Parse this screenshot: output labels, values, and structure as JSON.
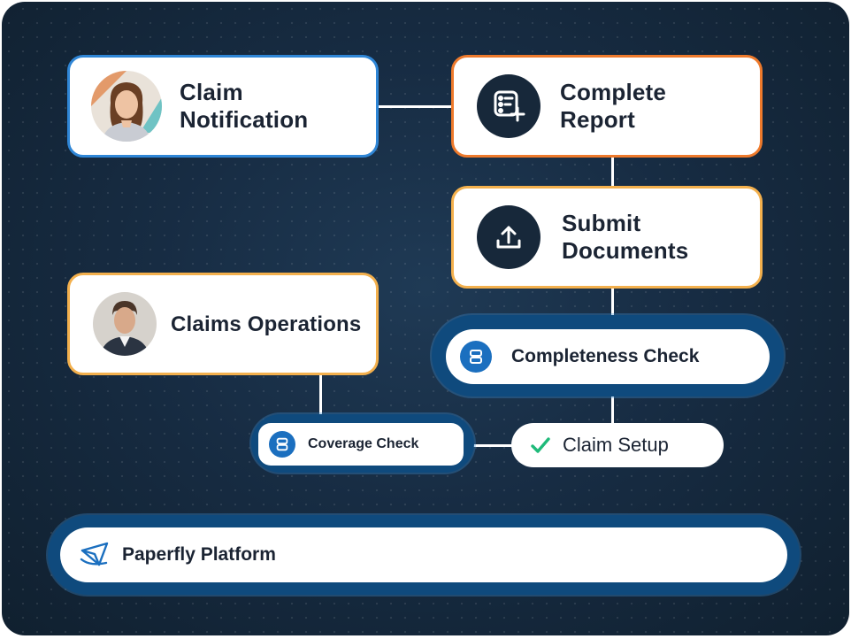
{
  "nodes": {
    "claim_notification": {
      "label": "Claim\nNotification",
      "icon": "person-avatar-woman"
    },
    "complete_report": {
      "label": "Complete\nReport",
      "icon": "list-add-icon"
    },
    "submit_documents": {
      "label": "Submit\nDocuments",
      "icon": "upload-icon"
    },
    "claims_operations": {
      "label": "Claims Operations",
      "icon": "person-avatar-man"
    }
  },
  "checks": {
    "completeness": {
      "label": "Completeness Check",
      "icon": "robot-icon"
    },
    "coverage": {
      "label": "Coverage Check",
      "icon": "robot-icon"
    },
    "claim_setup": {
      "label": "Claim Setup",
      "icon": "checkmark-icon"
    }
  },
  "platform": {
    "label": "Paperfly Platform",
    "icon": "paperfly-logo"
  },
  "colors": {
    "background": "#172c43",
    "accent_blue": "#2f86d6",
    "accent_orange": "#ee7a2c",
    "accent_amber": "#f3b04d",
    "halo": "#0f4a7d",
    "bot_icon": "#1b6fbf",
    "check_green": "#1fba7a"
  }
}
